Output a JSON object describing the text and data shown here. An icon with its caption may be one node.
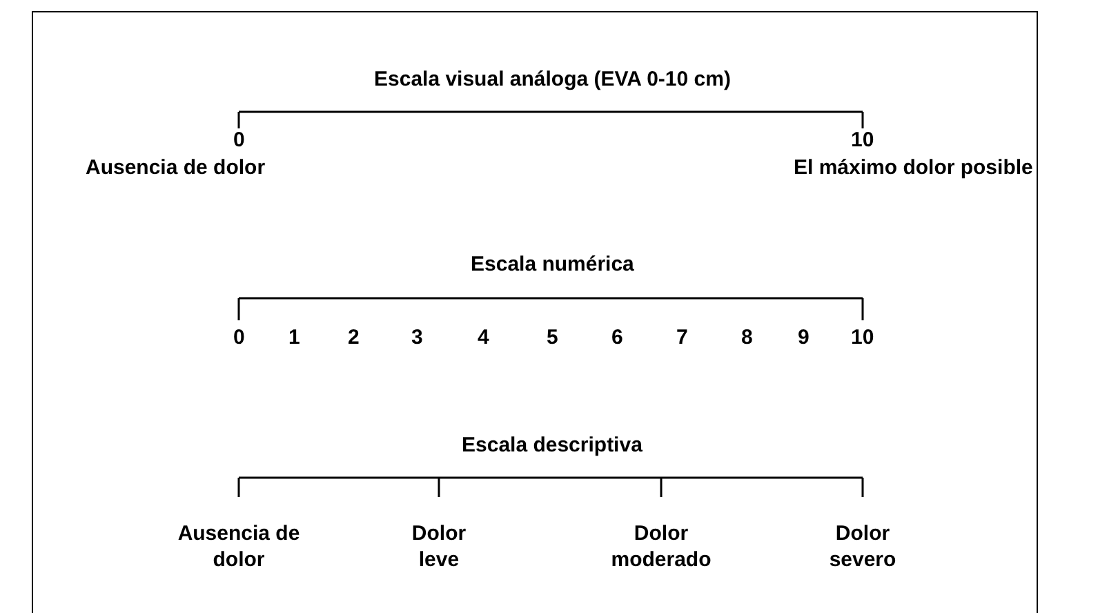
{
  "diagram": {
    "labels": [
      "Escala visual análoga (EVA 0-10 cm)",
      "0",
      "10",
      "Ausencia de dolor",
      "El máximo dolor posible",
      "Escala numérica",
      "0",
      "1",
      "2",
      "3",
      "4",
      "5",
      "6",
      "7",
      "8",
      "9",
      "10",
      "Escala descriptiva",
      "Ausencia de dolor",
      "Dolor leve",
      "Dolor moderado",
      "Dolor severo"
    ]
  }
}
